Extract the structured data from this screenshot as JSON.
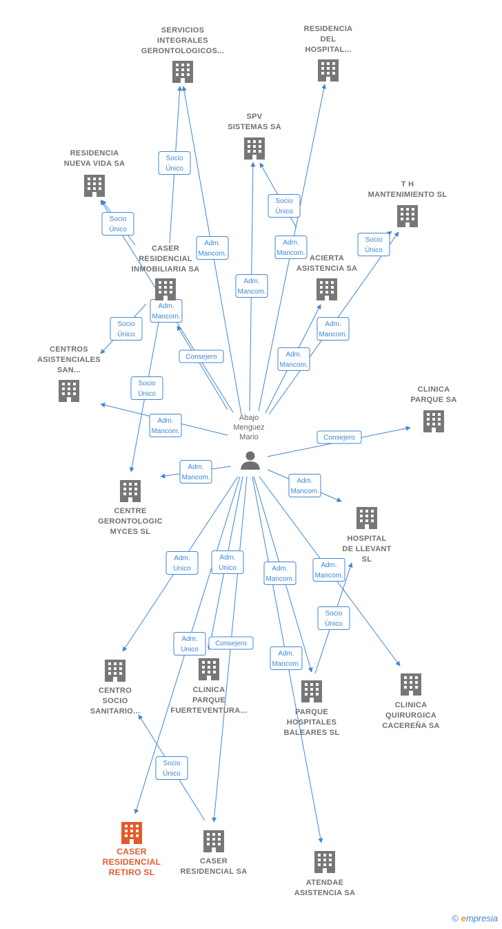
{
  "person": {
    "name_lines": [
      "Abajo",
      "Menguez",
      "Mario"
    ]
  },
  "companies": [
    {
      "id": "servicios",
      "lines": [
        "SERVICIOS",
        "INTEGRALES",
        "GERONTOLOGICOS..."
      ],
      "highlight": false
    },
    {
      "id": "res_hospital",
      "lines": [
        "RESIDENCIA",
        "DEL",
        "HOSPITAL..."
      ],
      "highlight": false
    },
    {
      "id": "spv",
      "lines": [
        "SPV",
        "SISTEMAS SA"
      ],
      "highlight": false
    },
    {
      "id": "res_nueva_vida",
      "lines": [
        "RESIDENCIA",
        "NUEVA VIDA SA"
      ],
      "highlight": false
    },
    {
      "id": "th",
      "lines": [
        "T H",
        "MANTENIMIENTO SL"
      ],
      "highlight": false
    },
    {
      "id": "caser_inmob",
      "lines": [
        "CASER",
        "RESIDENCIAL",
        "INMOBILIARIA SA"
      ],
      "highlight": false
    },
    {
      "id": "acierta",
      "lines": [
        "ACIERTA",
        "ASISTENCIA SA"
      ],
      "highlight": false
    },
    {
      "id": "centros_asis",
      "lines": [
        "CENTROS",
        "ASISTENCIALES",
        "SAN..."
      ],
      "highlight": false
    },
    {
      "id": "clinica_parque",
      "lines": [
        "CLINICA",
        "PARQUE SA"
      ],
      "highlight": false
    },
    {
      "id": "centre_geronto",
      "lines": [
        "CENTRE",
        "GERONTOLOGIC",
        "MYCES SL"
      ],
      "highlight": false
    },
    {
      "id": "hospital_llevant",
      "lines": [
        "HOSPITAL",
        "DE LLEVANT",
        "SL"
      ],
      "highlight": false
    },
    {
      "id": "centro_socio",
      "lines": [
        "CENTRO",
        "SOCIO",
        "SANITARIO..."
      ],
      "highlight": false
    },
    {
      "id": "clinica_fuerte",
      "lines": [
        "CLINICA",
        "PARQUE",
        "FUERTEVENTURA..."
      ],
      "highlight": false
    },
    {
      "id": "parque_hosp",
      "lines": [
        "PARQUE",
        "HOSPITALES",
        "BALEARES  SL"
      ],
      "highlight": false
    },
    {
      "id": "clinica_quir",
      "lines": [
        "CLINICA",
        "QUIRURGICA",
        "CACEREÑA SA"
      ],
      "highlight": false
    },
    {
      "id": "caser_retiro",
      "lines": [
        "CASER",
        "RESIDENCIAL",
        "RETIRO  SL"
      ],
      "highlight": true
    },
    {
      "id": "caser_res",
      "lines": [
        "CASER",
        "RESIDENCIAL SA"
      ],
      "highlight": false
    },
    {
      "id": "atendae",
      "lines": [
        "ATENDAE",
        "ASISTENCIA SA"
      ],
      "highlight": false
    }
  ],
  "relations": [
    {
      "from": "person",
      "to": "servicios",
      "label": [
        "Adm.",
        "Mancom."
      ]
    },
    {
      "from": "caser_inmob",
      "to": "servicios",
      "label": [
        "Socio",
        "Único"
      ]
    },
    {
      "from": "person",
      "to": "res_hospital",
      "label": [
        "Adm.",
        "Mancom."
      ]
    },
    {
      "from": "person",
      "to": "spv",
      "label": [
        "Adm.",
        "Mancom."
      ]
    },
    {
      "from": "acierta",
      "to": "spv",
      "label": [
        "Socio",
        "Único"
      ]
    },
    {
      "from": "person",
      "to": "res_nueva_vida",
      "label": [
        "Adm.",
        "Mancom."
      ]
    },
    {
      "from": "caser_inmob",
      "to": "res_nueva_vida",
      "label": [
        "Socio",
        "Único"
      ]
    },
    {
      "from": "acierta",
      "to": "th",
      "label": [
        "Socio",
        "Único"
      ]
    },
    {
      "from": "person",
      "to": "th",
      "label": [
        "Adm.",
        "Mancom."
      ]
    },
    {
      "from": "person",
      "to": "caser_inmob",
      "label": [
        "Consejero"
      ]
    },
    {
      "from": "person",
      "to": "acierta",
      "label": [
        "Adm.",
        "Mancom."
      ]
    },
    {
      "from": "caser_inmob",
      "to": "centros_asis",
      "label": [
        "Socio",
        "Único"
      ]
    },
    {
      "from": "person",
      "to": "centros_asis",
      "label": [
        "Adm.",
        "Mancom."
      ]
    },
    {
      "from": "caser_inmob",
      "to": "centre_geronto",
      "label": [
        "Socio",
        "Único"
      ]
    },
    {
      "from": "person",
      "to": "centre_geronto",
      "label": [
        "Adm.",
        "Mancom."
      ]
    },
    {
      "from": "person",
      "to": "clinica_parque",
      "label": [
        "Consejero"
      ]
    },
    {
      "from": "person",
      "to": "hospital_llevant",
      "label": [
        "Adm.",
        "Mancom."
      ]
    },
    {
      "from": "person",
      "to": "centro_socio",
      "label": [
        "Adm.",
        "Unico"
      ]
    },
    {
      "from": "person",
      "to": "clinica_fuerte",
      "label": [
        "Adm.",
        "Unico"
      ]
    },
    {
      "from": "person",
      "to": "caser_res",
      "label": [
        "Consejero"
      ]
    },
    {
      "from": "person",
      "to": "caser_retiro",
      "label": [
        "Adm.",
        "Unico"
      ]
    },
    {
      "from": "caser_res",
      "to": "centro_socio",
      "label": [
        "Socio",
        "Único"
      ]
    },
    {
      "from": "person",
      "to": "parque_hosp",
      "label": [
        "Adm.",
        "Mancom."
      ]
    },
    {
      "from": "person",
      "to": "atendae",
      "label": [
        "Adm.",
        "Mancom."
      ]
    },
    {
      "from": "parque_hosp",
      "to": "hospital_llevant",
      "label": [
        "Socio",
        "Único"
      ]
    },
    {
      "from": "person",
      "to": "clinica_quir",
      "label": [
        "Adm.",
        "Mancom."
      ]
    }
  ],
  "footer": {
    "copyright": "©",
    "brand_initial": "e",
    "brand_rest": "mpresia"
  },
  "colors": {
    "edge": "#3d86d6",
    "node": "#777777",
    "highlight": "#e25a2b",
    "text": "#6f6f6f"
  }
}
